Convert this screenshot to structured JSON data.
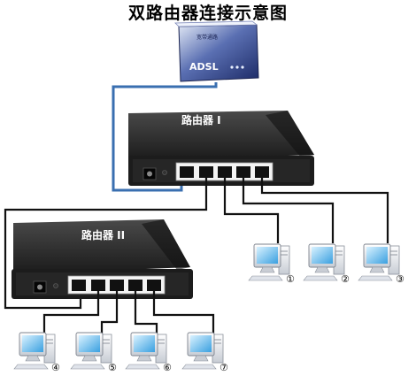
{
  "diagram": {
    "title": "双路由器连接示意图",
    "modem": {
      "brand_small": "宽带通路",
      "label": "ADSL"
    },
    "router1": {
      "label": "路由器 I"
    },
    "router2": {
      "label": "路由器 II"
    },
    "computers": [
      "①",
      "②",
      "③",
      "④",
      "⑤",
      "⑥",
      "⑦"
    ],
    "colors": {
      "cable_black": "#111111",
      "cable_blue": "#3a6fb0",
      "port_white": "#f4f4f4",
      "router_body": "#2a2a2a"
    }
  }
}
